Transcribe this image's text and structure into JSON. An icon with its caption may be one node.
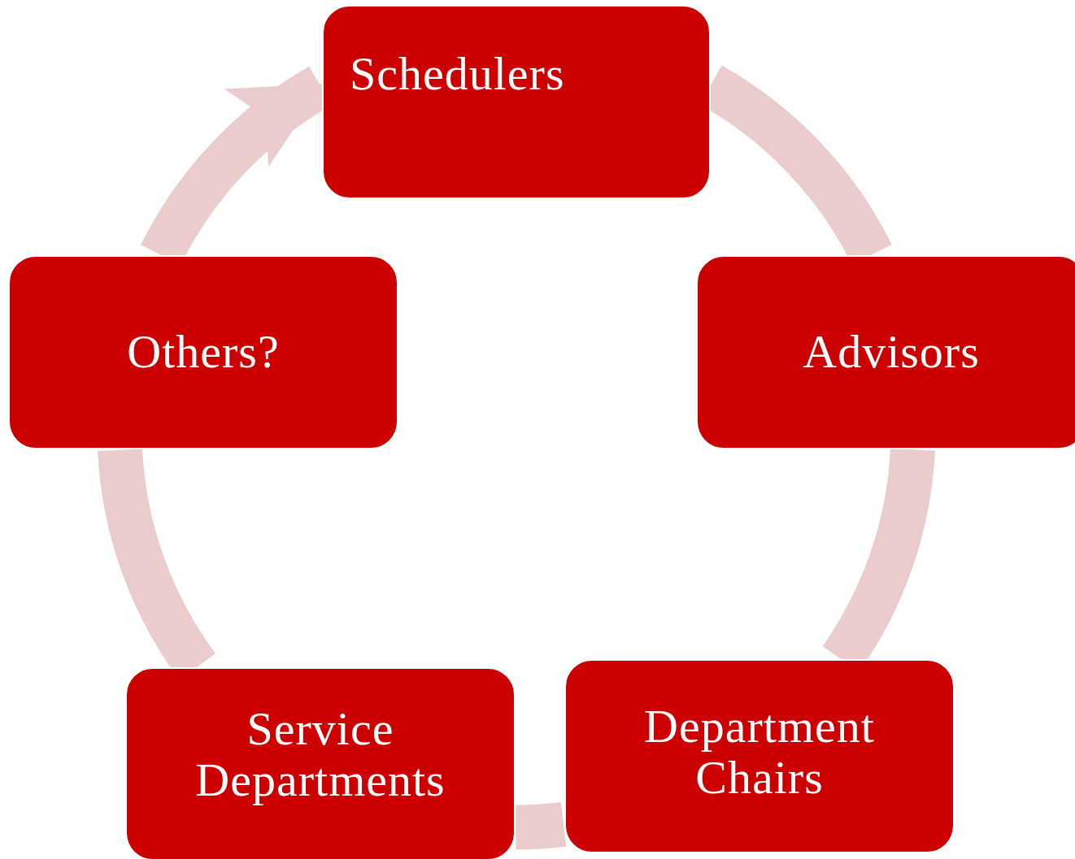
{
  "diagram": {
    "nodes": [
      {
        "text": [
          "Schedulers"
        ]
      },
      {
        "text": [
          "Advisors"
        ]
      },
      {
        "text": [
          "Department Chairs"
        ]
      },
      {
        "text": [
          "Service Departments"
        ]
      },
      {
        "text": [
          "Others?"
        ]
      }
    ],
    "edges": [
      {
        "from": 0,
        "to": 1,
        "arrow": "none"
      },
      {
        "from": 1,
        "to": 2,
        "arrow": "none"
      },
      {
        "from": 2,
        "to": 3,
        "arrow": "none"
      },
      {
        "from": 3,
        "to": 4,
        "arrow": "none"
      },
      {
        "from": 4,
        "to": 0,
        "arrow": "to"
      }
    ]
  }
}
